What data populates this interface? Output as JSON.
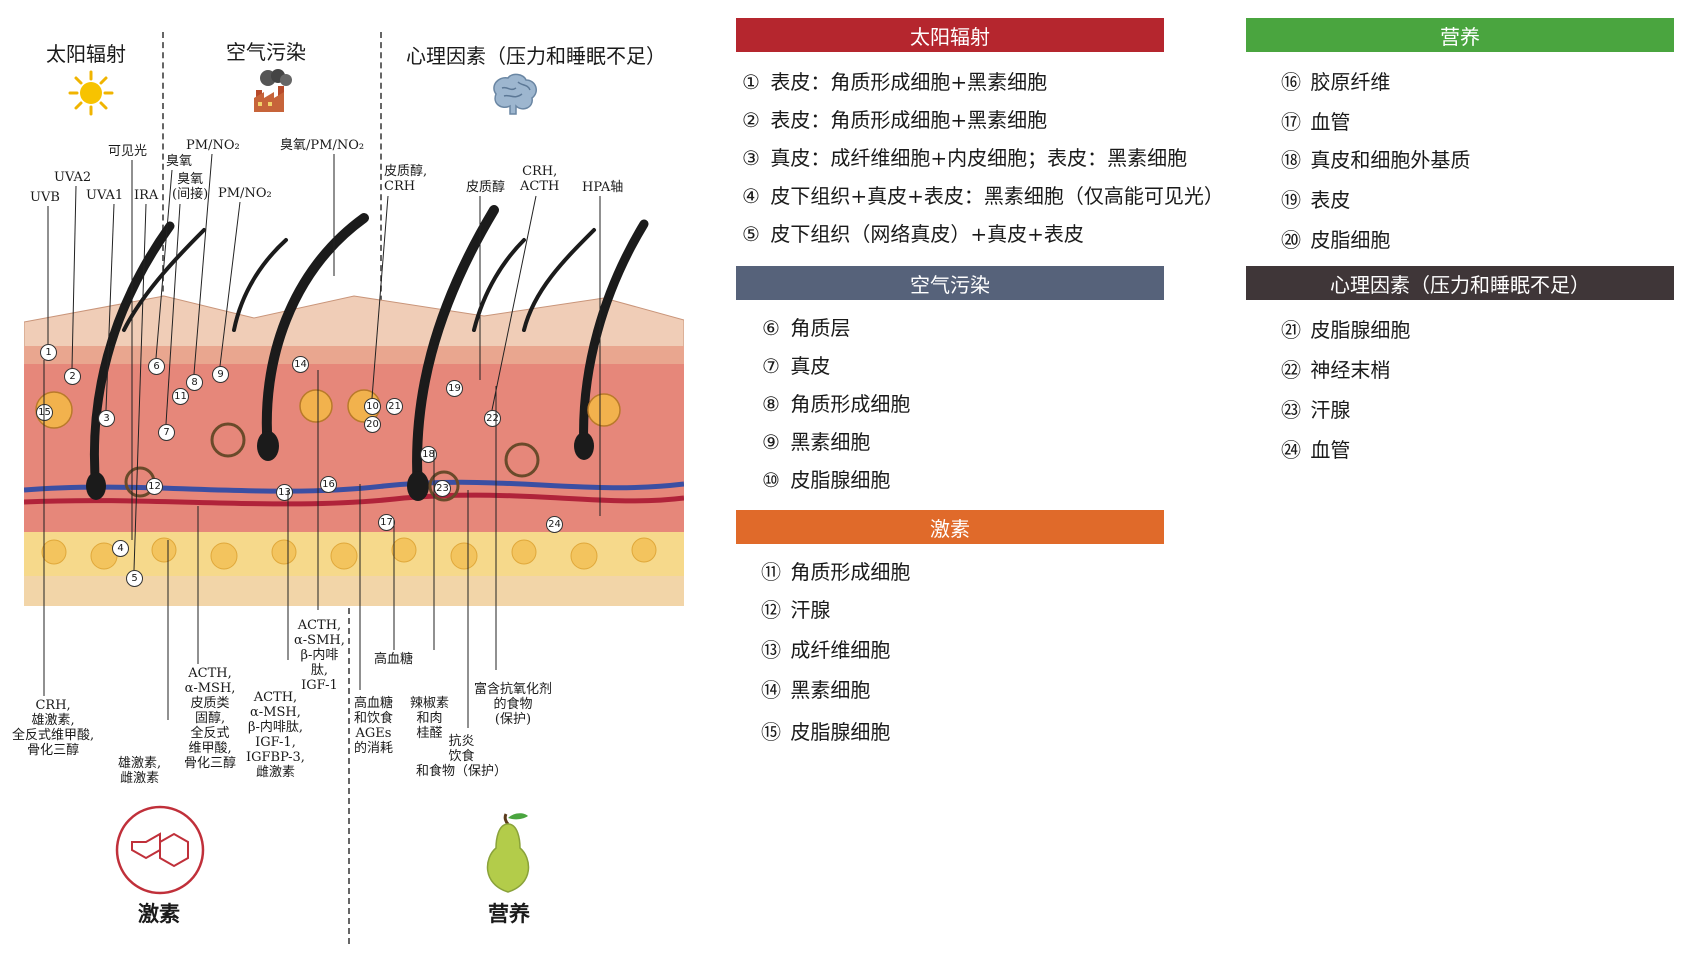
{
  "left_diagram": {
    "categories": {
      "solar": "太阳辐射",
      "pollution": "空气污染",
      "psych": "心理因素（压力和睡眠不足）"
    },
    "icons": {
      "sun": "sun-icon",
      "factory": "factory-icon",
      "brain": "brain-icon",
      "hormone": "hormone-molecule-icon",
      "nutrition": "pear-icon"
    },
    "top_labels": {
      "uvb": "UVB",
      "uva2": "UVA2",
      "uva1": "UVA1",
      "visible": "可见光",
      "ira": "IRA",
      "pm_no2_a": "PM/NO₂",
      "ozone_a": "臭氧",
      "ozone_indirect": "臭氧\n(间接)",
      "pm_no2_b": "PM/NO₂",
      "ozone_pm_no2": "臭氧/PM/NO₂",
      "cortisol_crh": "皮质醇,\nCRH",
      "cortisol": "皮质醇",
      "crh_acth": "CRH,\nACTH",
      "hpa": "HPA轴"
    },
    "bottom_labels": {
      "crh_androgen": "CRH,\n雄激素,\n全反式维甲酸,\n骨化三醇",
      "androgen_estrogen": "雄激素,\n雌激素",
      "acth_msh_a": "ACTH,\nα-MSH,\n皮质类\n固醇,\n全反式\n维甲酸,\n骨化三醇",
      "acth_msh_b": "ACTH,\nα-MSH,\nβ-内啡肽,\nIGF-1,\nIGFBP-3,\n雌激素",
      "acth_smh": "ACTH,\nα-SMH,\nβ-内啡\n肽,\nIGF-1",
      "high_sugar_diet": "高血糖\n和饮食\nAGEs\n的消耗",
      "high_sugar": "高血糖",
      "capsaicin": "辣椒素\n和肉\n桂醛",
      "anti_inflammatory": "抗炎\n饮食\n和食物（保护）",
      "antioxidant": "富含抗氧化剂\n的食物\n(保护)"
    },
    "bottom_categories": {
      "hormone": "激素",
      "nutrition": "营养"
    },
    "markers": [
      "1",
      "2",
      "3",
      "4",
      "5",
      "6",
      "7",
      "8",
      "9",
      "10",
      "11",
      "12",
      "13",
      "14",
      "15",
      "16",
      "17",
      "18",
      "19",
      "20",
      "21",
      "22",
      "23",
      "24"
    ]
  },
  "legend": {
    "solar": {
      "title": "太阳辐射",
      "color": "#b5262e",
      "items": [
        {
          "num": "①",
          "text": "表皮：角质形成细胞+黑素细胞"
        },
        {
          "num": "②",
          "text": "表皮：角质形成细胞+黑素细胞"
        },
        {
          "num": "③",
          "text": "真皮：成纤维细胞+内皮细胞；表皮：黑素细胞"
        },
        {
          "num": "④",
          "text": "皮下组织+真皮+表皮：黑素细胞（仅高能可见光）"
        },
        {
          "num": "⑤",
          "text": "皮下组织（网络真皮）+真皮+表皮"
        }
      ]
    },
    "pollution": {
      "title": "空气污染",
      "color": "#56627a",
      "items": [
        {
          "num": "⑥",
          "text": "角质层"
        },
        {
          "num": "⑦",
          "text": "真皮"
        },
        {
          "num": "⑧",
          "text": "角质形成细胞"
        },
        {
          "num": "⑨",
          "text": "黑素细胞"
        },
        {
          "num": "⑩",
          "text": "皮脂腺细胞"
        }
      ]
    },
    "hormone": {
      "title": "激素",
      "color": "#e06a2a",
      "items": [
        {
          "num": "⑪",
          "text": "角质形成细胞"
        },
        {
          "num": "⑫",
          "text": "汗腺"
        },
        {
          "num": "⑬",
          "text": "成纤维细胞"
        },
        {
          "num": "⑭",
          "text": "黑素细胞"
        },
        {
          "num": "⑮",
          "text": "皮脂腺细胞"
        }
      ]
    },
    "nutrition": {
      "title": "营养",
      "color": "#4aa53f",
      "items": [
        {
          "num": "⑯",
          "text": "胶原纤维"
        },
        {
          "num": "⑰",
          "text": "血管"
        },
        {
          "num": "⑱",
          "text": "真皮和细胞外基质"
        },
        {
          "num": "⑲",
          "text": "表皮"
        },
        {
          "num": "⑳",
          "text": "皮脂细胞"
        }
      ]
    },
    "psych": {
      "title": "心理因素（压力和睡眠不足）",
      "color": "#3f3638",
      "items": [
        {
          "num": "㉑",
          "text": "皮脂腺细胞"
        },
        {
          "num": "㉒",
          "text": "神经末梢"
        },
        {
          "num": "㉓",
          "text": "汗腺"
        },
        {
          "num": "㉔",
          "text": "血管"
        }
      ]
    }
  }
}
